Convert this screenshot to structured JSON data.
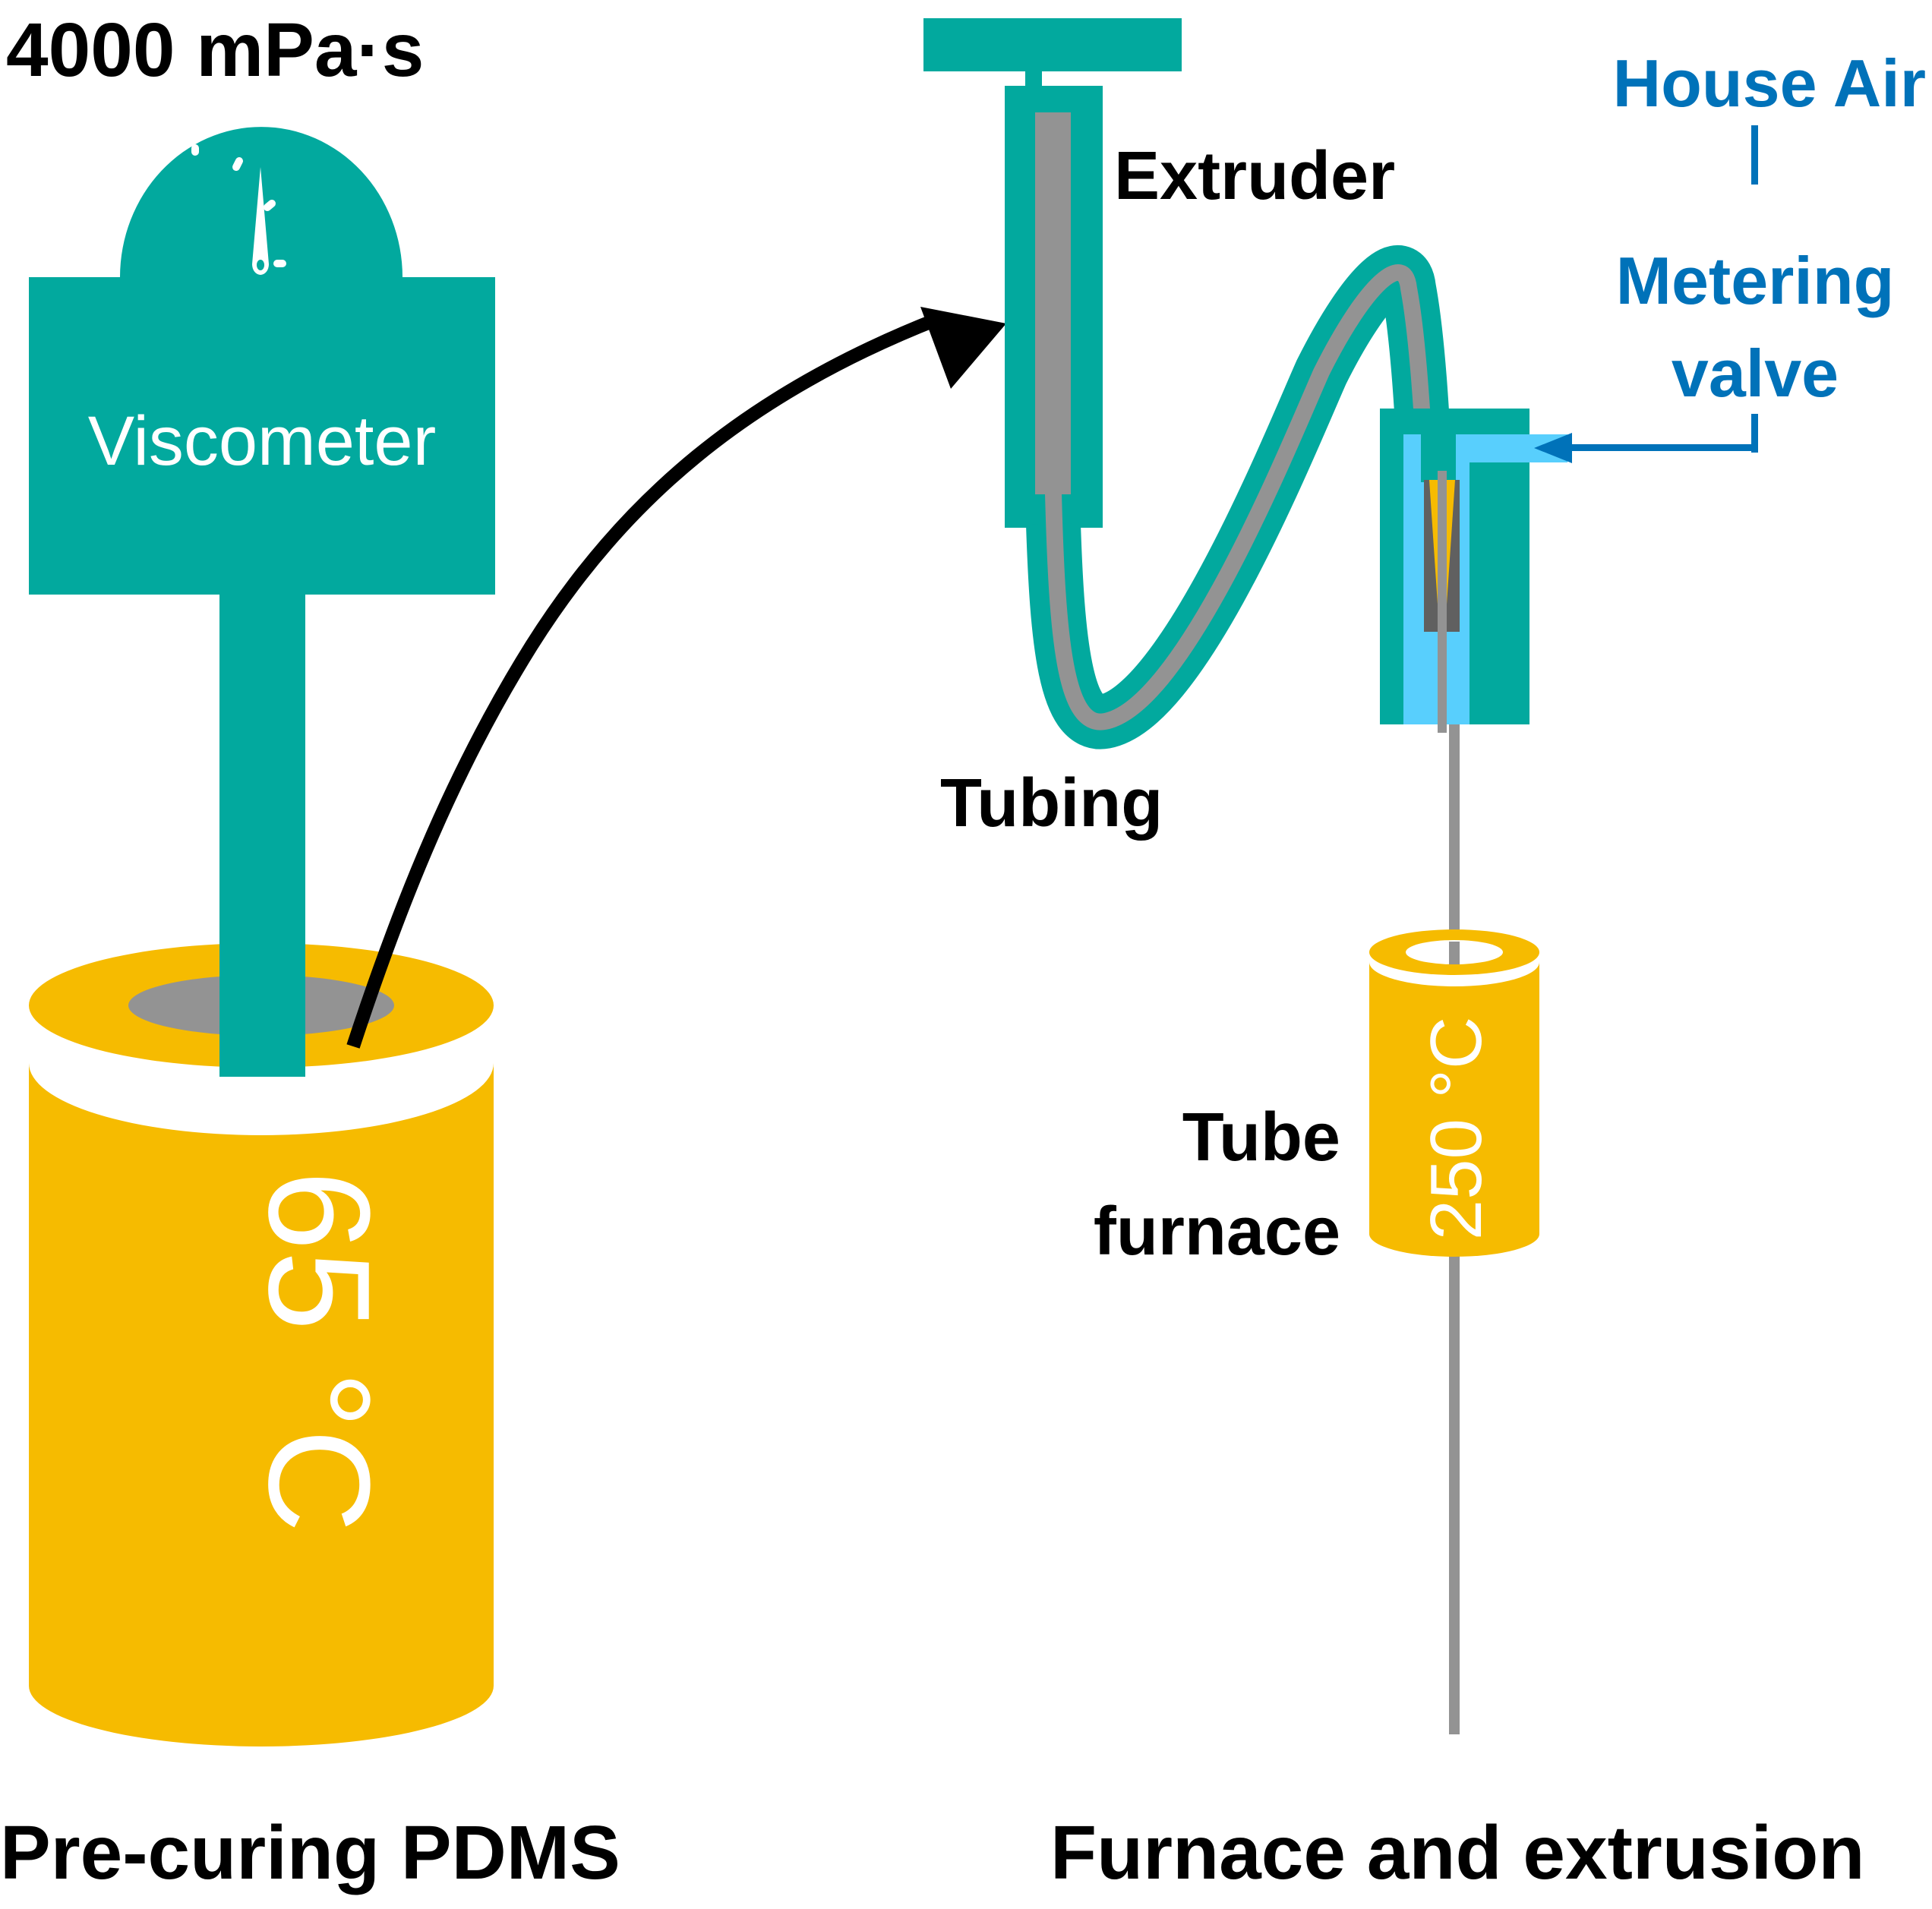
{
  "colors": {
    "teal": "#02a99e",
    "gray": "#939393",
    "dark_gray": "#606060",
    "gold": "#f6bb00",
    "light_blue": "#58cffd",
    "blue": "#0072b9",
    "black": "#000000",
    "white": "#ffffff"
  },
  "labels": {
    "viscosity": "4000 mPa·s",
    "viscometer": "Viscometer",
    "extruder": "Extruder",
    "tubing": "Tubing",
    "house_air": "House Air",
    "metering_line1": "Metering",
    "metering_line2": "valve",
    "tube_furnace_line1": "Tube",
    "tube_furnace_line2": "furnace",
    "precuring_temp": "65 °C",
    "furnace_temp": "250 °C",
    "section_left": "Pre-curing PDMS",
    "section_right": "Furnace and extrusion"
  },
  "icons": {
    "gauge": "viscometer-gauge-icon",
    "flow_arrow": "transfer-arrow-icon",
    "air_arrow": "air-flow-arrow-icon"
  }
}
